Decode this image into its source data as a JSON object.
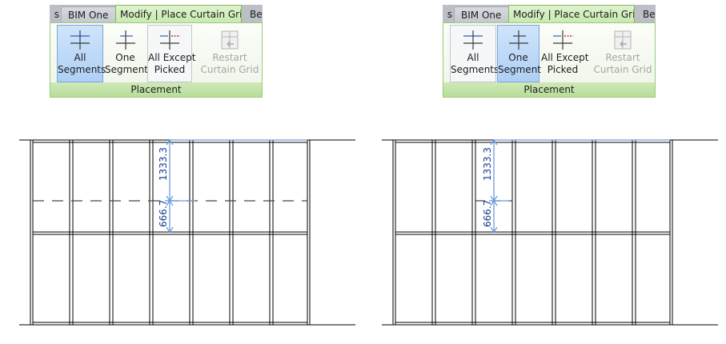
{
  "ribbon_left": {
    "tabs": {
      "clipped": "s",
      "bim": "BIM One",
      "modify": "Modify | Place Curtain Grid",
      "be": "Be"
    },
    "buttons": {
      "all_line1": "All",
      "all_line2": "Segments",
      "one_line1": "One",
      "one_line2": "Segment",
      "except_line1": "All Except",
      "except_line2": "Picked",
      "restart_line1": "Restart",
      "restart_line2": "Curtain Grid"
    },
    "selected_button": "All Segments",
    "panel_label": "Placement"
  },
  "ribbon_right": {
    "tabs": {
      "clipped": "s",
      "bim": "BIM One",
      "modify": "Modify | Place Curtain Grid",
      "be": "Ber"
    },
    "buttons": {
      "all_line1": "All",
      "all_line2": "Segments",
      "one_line1": "One",
      "one_line2": "Segment",
      "except_line1": "All Except",
      "except_line2": "Picked",
      "restart_line1": "Restart",
      "restart_line2": "Curtain Grid"
    },
    "selected_button": "One Segment",
    "panel_label": "Placement"
  },
  "grid_left": {
    "dim_upper": "1333.3",
    "dim_lower": "666.7",
    "preview": "All Segments"
  },
  "grid_right": {
    "dim_upper": "1333.3",
    "dim_lower": "666.7",
    "preview": "One Segment"
  },
  "colors": {
    "selected_bg": "#aed0f5",
    "panel_green": "#b8dd9a",
    "dimension_blue": "#1a3d8f",
    "preview_blue": "#6a9be0"
  }
}
